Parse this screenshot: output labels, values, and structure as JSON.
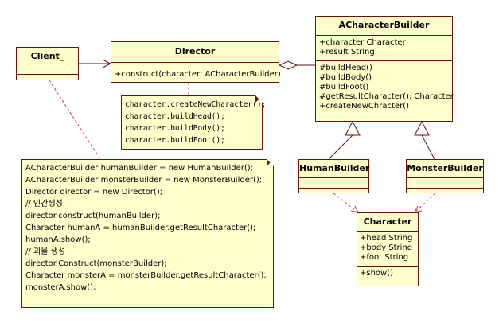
{
  "client": {
    "name": "Client_"
  },
  "director": {
    "name": "Director",
    "operations": [
      "+construct(character: ACharacterBuilder)"
    ]
  },
  "acharacterbuilder": {
    "name": "ACharacterBuilder",
    "attributes": [
      "+character Character",
      "+result String"
    ],
    "operations": [
      "#buildHead()",
      "#buildBody()",
      "#buildFoot()",
      "#getResultCharacter(): Character",
      "+createNewChracter()"
    ]
  },
  "humanbuilder": {
    "name": "HumanBuilder"
  },
  "monsterbuilder": {
    "name": "MonsterBuilder"
  },
  "character": {
    "name": "Character",
    "attributes": [
      "+head String",
      "+body String",
      "+foot String"
    ],
    "operations": [
      "+show()"
    ]
  },
  "director_note": {
    "lines": [
      "character.createNewCharacter();",
      "character.buildHead();",
      "character.buildBody();",
      "character.buildFoot();"
    ]
  },
  "client_note": {
    "lines": [
      "ACharacterBuilder humanBuilder = new HumanBuilder();",
      "ACharacterBuilder monsterBuilder = new MonsterBuilder();",
      "Director director = new Director();",
      "// 인간생성",
      "director.construct(humanBuilder);",
      "Character humanA = humanBuilder.getResultCharacter();",
      "humanA.show();",
      "",
      "// 괴물 생성",
      "director.Construct(monsterBuilder);",
      "Character monsterA = monsterBuilder.getResultCharacter();",
      "monsterA.show();"
    ]
  },
  "colors": {
    "fill": "#ffffcc",
    "line": "#6b0f0f",
    "dashed": "#cc3333"
  }
}
